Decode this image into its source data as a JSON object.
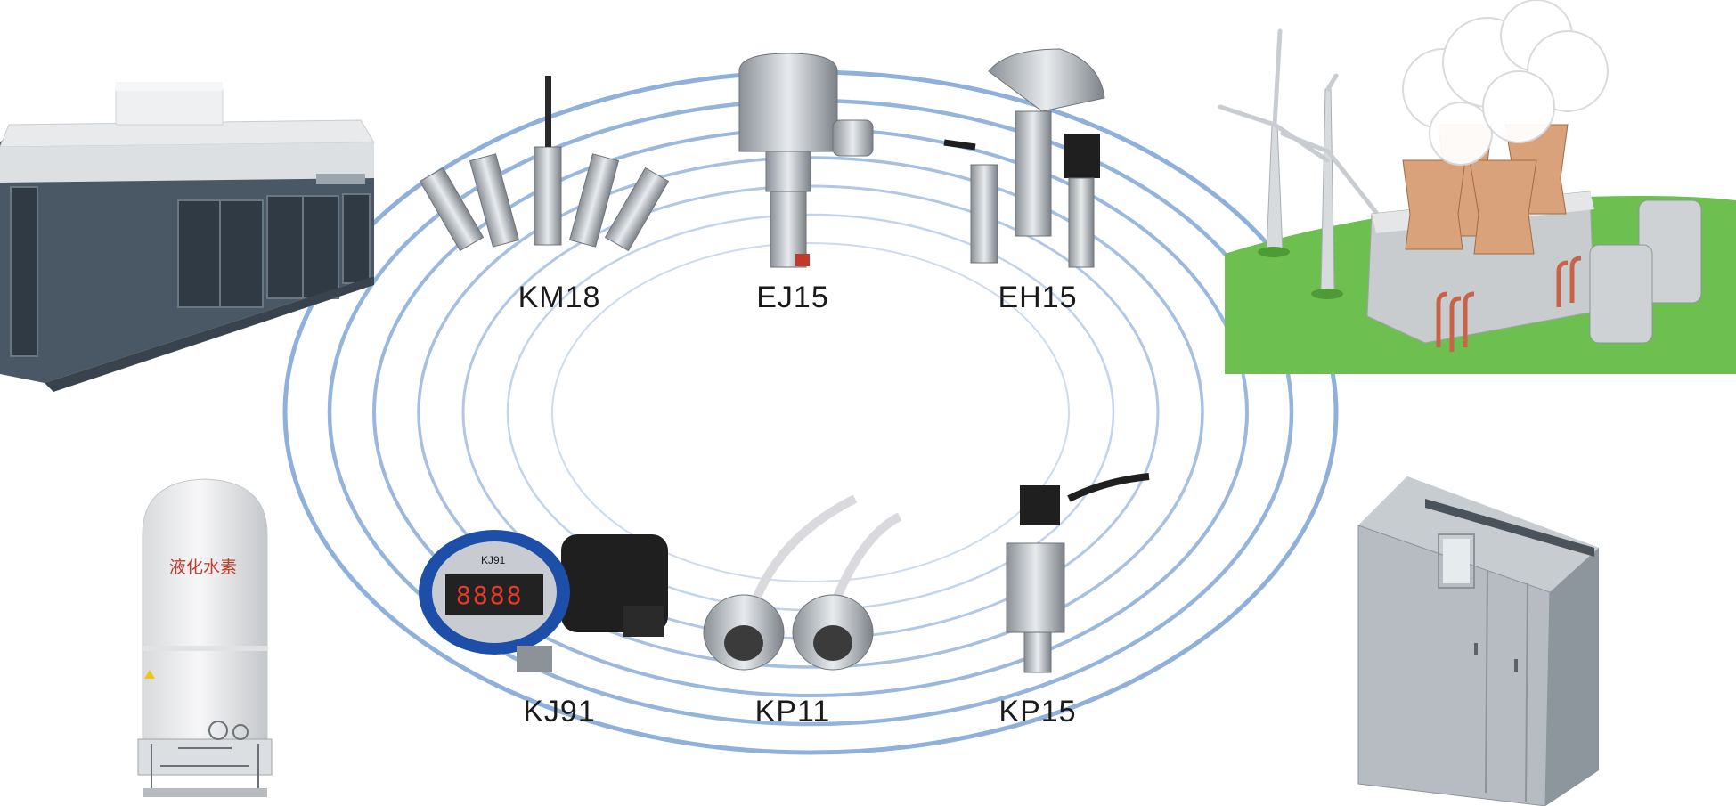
{
  "products": [
    {
      "id": "km18",
      "label": "KM18"
    },
    {
      "id": "ej15",
      "label": "EJ15"
    },
    {
      "id": "eh15",
      "label": "EH15"
    },
    {
      "id": "kj91",
      "label": "KJ91"
    },
    {
      "id": "kp11",
      "label": "KP11"
    },
    {
      "id": "kp15",
      "label": "KP15"
    }
  ],
  "applications": {
    "tank_text": "液化水素",
    "kj91_display": "8888",
    "kj91_badge": "KJ91"
  },
  "colors": {
    "ring": "#8fb0da",
    "grass": "#6dbf4f",
    "metal": "#b9bec4"
  }
}
